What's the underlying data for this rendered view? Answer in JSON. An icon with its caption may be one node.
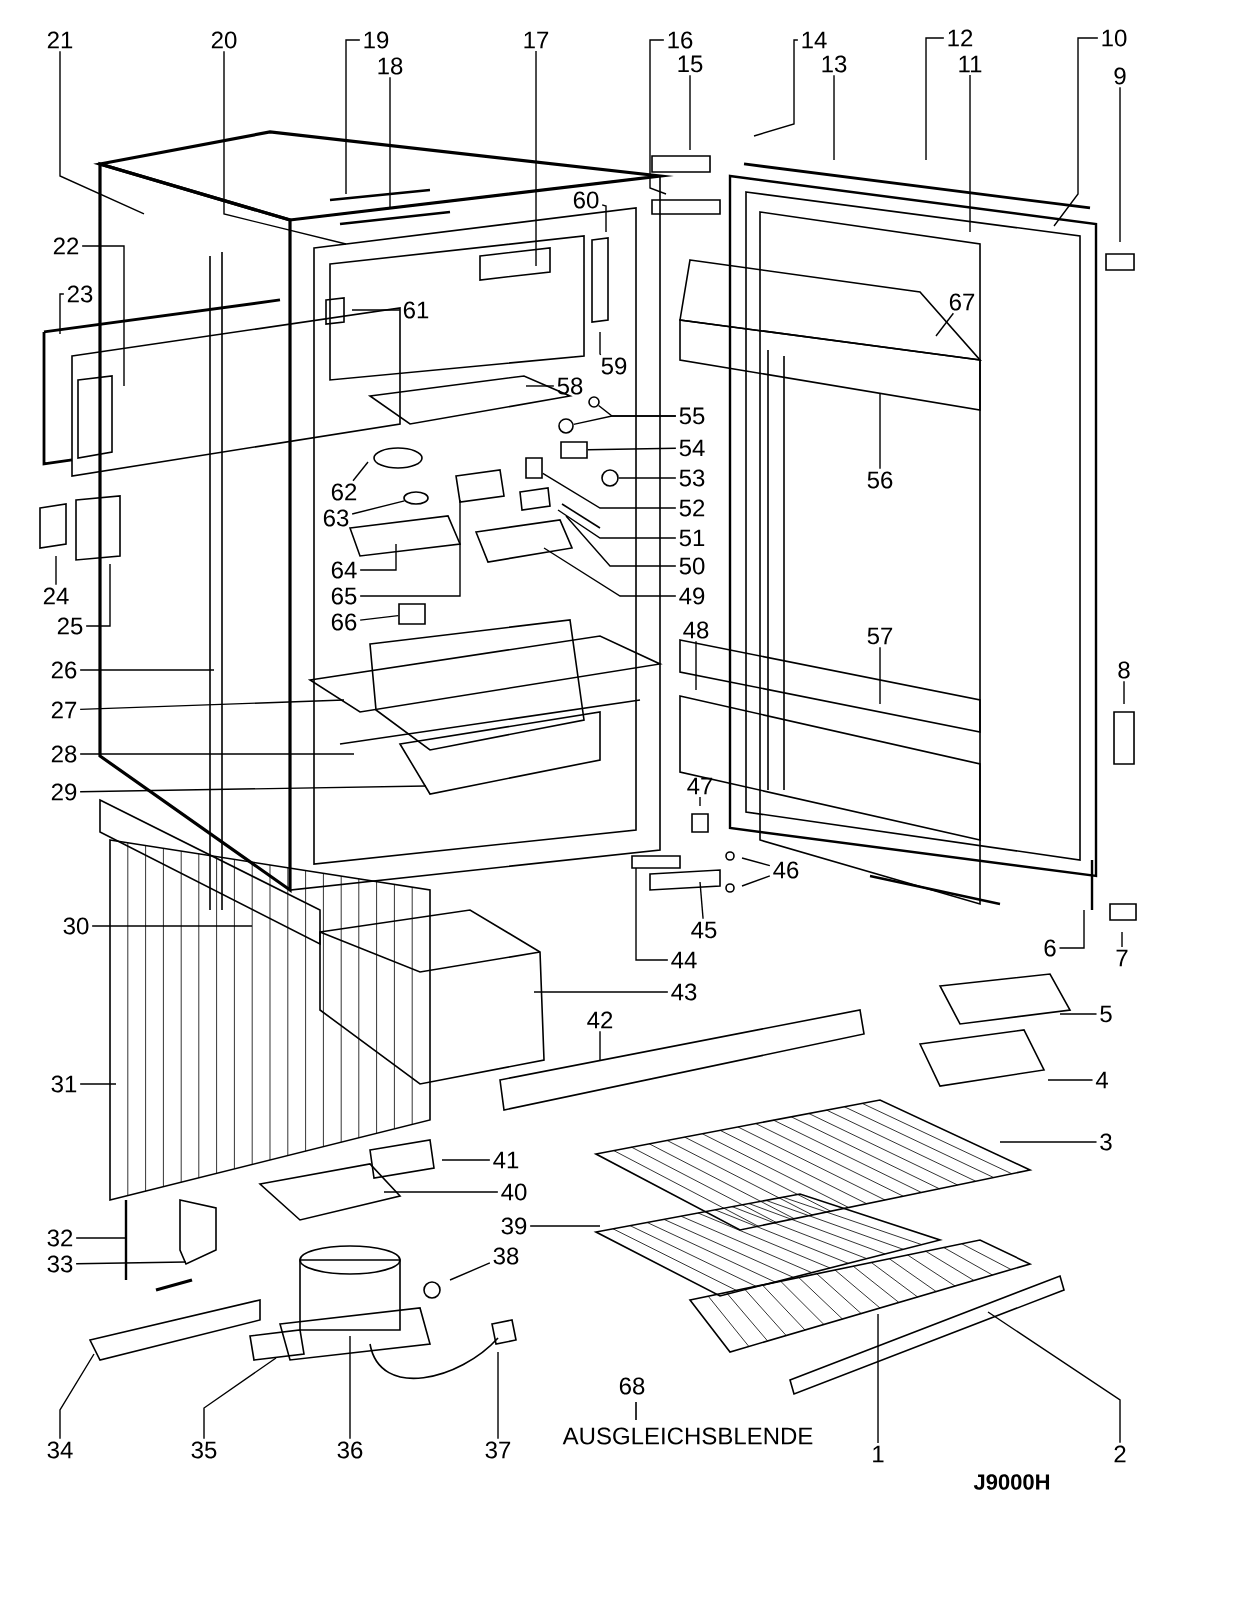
{
  "diagram": {
    "nodes": [
      {
        "text": [
          "1"
        ]
      },
      {
        "text": [
          "2"
        ]
      },
      {
        "text": [
          "3"
        ]
      },
      {
        "text": [
          "4"
        ]
      },
      {
        "text": [
          "5"
        ]
      },
      {
        "text": [
          "6"
        ]
      },
      {
        "text": [
          "7"
        ]
      },
      {
        "text": [
          "8"
        ]
      },
      {
        "text": [
          "9"
        ]
      },
      {
        "text": [
          "10"
        ]
      },
      {
        "text": [
          "11"
        ]
      },
      {
        "text": [
          "12"
        ]
      },
      {
        "text": [
          "13"
        ]
      },
      {
        "text": [
          "14"
        ]
      },
      {
        "text": [
          "15"
        ]
      },
      {
        "text": [
          "16"
        ]
      },
      {
        "text": [
          "17"
        ]
      },
      {
        "text": [
          "18"
        ]
      },
      {
        "text": [
          "19"
        ]
      },
      {
        "text": [
          "20"
        ]
      },
      {
        "text": [
          "21"
        ]
      },
      {
        "text": [
          "22"
        ]
      },
      {
        "text": [
          "23"
        ]
      },
      {
        "text": [
          "24"
        ]
      },
      {
        "text": [
          "25"
        ]
      },
      {
        "text": [
          "26"
        ]
      },
      {
        "text": [
          "27"
        ]
      },
      {
        "text": [
          "28"
        ]
      },
      {
        "text": [
          "29"
        ]
      },
      {
        "text": [
          "30"
        ]
      },
      {
        "text": [
          "31"
        ]
      },
      {
        "text": [
          "32"
        ]
      },
      {
        "text": [
          "33"
        ]
      },
      {
        "text": [
          "34"
        ]
      },
      {
        "text": [
          "35"
        ]
      },
      {
        "text": [
          "36"
        ]
      },
      {
        "text": [
          "37"
        ]
      },
      {
        "text": [
          "38"
        ]
      },
      {
        "text": [
          "39"
        ]
      },
      {
        "text": [
          "40"
        ]
      },
      {
        "text": [
          "41"
        ]
      },
      {
        "text": [
          "42"
        ]
      },
      {
        "text": [
          "43"
        ]
      },
      {
        "text": [
          "44"
        ]
      },
      {
        "text": [
          "45"
        ]
      },
      {
        "text": [
          "46"
        ]
      },
      {
        "text": [
          "47"
        ]
      },
      {
        "text": [
          "48"
        ]
      },
      {
        "text": [
          "49"
        ]
      },
      {
        "text": [
          "50"
        ]
      },
      {
        "text": [
          "51"
        ]
      },
      {
        "text": [
          "52"
        ]
      },
      {
        "text": [
          "53"
        ]
      },
      {
        "text": [
          "54"
        ]
      },
      {
        "text": [
          "55"
        ]
      },
      {
        "text": [
          "56"
        ]
      },
      {
        "text": [
          "57"
        ]
      },
      {
        "text": [
          "58"
        ]
      },
      {
        "text": [
          "59"
        ]
      },
      {
        "text": [
          "60"
        ]
      },
      {
        "text": [
          "61"
        ]
      },
      {
        "text": [
          "62"
        ]
      },
      {
        "text": [
          "63"
        ]
      },
      {
        "text": [
          "64"
        ]
      },
      {
        "text": [
          "65"
        ]
      },
      {
        "text": [
          "66"
        ]
      },
      {
        "text": [
          "67"
        ]
      },
      {
        "text": [
          "68"
        ],
        "beside": [
          "AUSGLEICHSBLENDE"
        ]
      },
      {
        "text": [],
        "shape": "circle"
      },
      {
        "text": [],
        "shape": "circle"
      },
      {
        "text": [],
        "shape": "circle"
      },
      {
        "text": [],
        "shape": "box"
      },
      {
        "text": [],
        "shape": "circle"
      },
      {
        "text": [],
        "shape": "box"
      },
      {
        "text": [],
        "shape": "box"
      }
    ],
    "edges": [
      {
        "from": 0,
        "to": null,
        "arrow": "none"
      },
      {
        "from": 1,
        "to": null,
        "arrow": "none"
      },
      {
        "from": 2,
        "to": null,
        "arrow": "none"
      },
      {
        "from": 3,
        "to": null,
        "arrow": "none"
      },
      {
        "from": 4,
        "to": null,
        "arrow": "none"
      },
      {
        "from": 5,
        "to": null,
        "arrow": "none"
      },
      {
        "from": 6,
        "to": null,
        "arrow": "none"
      },
      {
        "from": 7,
        "to": null,
        "arrow": "none"
      },
      {
        "from": 8,
        "to": null,
        "arrow": "none"
      },
      {
        "from": 9,
        "to": null,
        "arrow": "none"
      },
      {
        "from": 10,
        "to": null,
        "arrow": "none"
      },
      {
        "from": 11,
        "to": null,
        "arrow": "none"
      },
      {
        "from": 12,
        "to": null,
        "arrow": "none"
      },
      {
        "from": 13,
        "to": null,
        "arrow": "none"
      },
      {
        "from": 14,
        "to": null,
        "arrow": "none"
      },
      {
        "from": 15,
        "to": null,
        "arrow": "none"
      },
      {
        "from": 16,
        "to": null,
        "arrow": "none"
      },
      {
        "from": 17,
        "to": null,
        "arrow": "none"
      },
      {
        "from": 18,
        "to": null,
        "arrow": "none"
      },
      {
        "from": 19,
        "to": null,
        "arrow": "none"
      },
      {
        "from": 20,
        "to": null,
        "arrow": "none"
      },
      {
        "from": 21,
        "to": null,
        "arrow": "none"
      },
      {
        "from": 22,
        "to": null,
        "arrow": "none"
      },
      {
        "from": 23,
        "to": null,
        "arrow": "none"
      },
      {
        "from": 24,
        "to": null,
        "arrow": "none"
      },
      {
        "from": 25,
        "to": null,
        "arrow": "none"
      },
      {
        "from": 26,
        "to": null,
        "arrow": "none"
      },
      {
        "from": 27,
        "to": null,
        "arrow": "none"
      },
      {
        "from": 28,
        "to": null,
        "arrow": "none"
      },
      {
        "from": 29,
        "to": null,
        "arrow": "none"
      },
      {
        "from": 30,
        "to": null,
        "arrow": "none"
      },
      {
        "from": 31,
        "to": null,
        "arrow": "none"
      },
      {
        "from": 32,
        "to": null,
        "arrow": "none"
      },
      {
        "from": 33,
        "to": null,
        "arrow": "none"
      },
      {
        "from": 34,
        "to": null,
        "arrow": "none"
      },
      {
        "from": 35,
        "to": null,
        "arrow": "none"
      },
      {
        "from": 36,
        "to": null,
        "arrow": "none"
      },
      {
        "from": 37,
        "to": null,
        "arrow": "none"
      },
      {
        "from": 38,
        "to": null,
        "arrow": "none"
      },
      {
        "from": 39,
        "to": null,
        "arrow": "none"
      },
      {
        "from": 40,
        "to": null,
        "arrow": "none"
      },
      {
        "from": 41,
        "to": null,
        "arrow": "none"
      },
      {
        "from": 42,
        "to": null,
        "arrow": "none"
      },
      {
        "from": 43,
        "to": null,
        "arrow": "none"
      },
      {
        "from": 44,
        "to": null,
        "arrow": "none"
      },
      {
        "from": 45,
        "to": null,
        "arrow": "none"
      },
      {
        "from": 45,
        "to": null,
        "arrow": "none"
      },
      {
        "from": 46,
        "to": null,
        "arrow": "none"
      },
      {
        "from": 47,
        "to": null,
        "arrow": "none"
      },
      {
        "from": 48,
        "to": null,
        "arrow": "none"
      },
      {
        "from": 49,
        "to": null,
        "arrow": "none"
      },
      {
        "from": 50,
        "to": null,
        "arrow": "none"
      },
      {
        "from": 51,
        "to": 71,
        "arrow": "none"
      },
      {
        "from": 52,
        "to": 70,
        "arrow": "none"
      },
      {
        "from": 53,
        "to": 74,
        "arrow": "none"
      },
      {
        "from": 54,
        "to": 68,
        "arrow": "none"
      },
      {
        "from": 54,
        "to": 69,
        "arrow": "none"
      },
      {
        "from": 55,
        "to": null,
        "arrow": "none"
      },
      {
        "from": 56,
        "to": null,
        "arrow": "none"
      },
      {
        "from": 57,
        "to": null,
        "arrow": "none"
      },
      {
        "from": 58,
        "to": null,
        "arrow": "none"
      },
      {
        "from": 59,
        "to": null,
        "arrow": "none"
      },
      {
        "from": 60,
        "to": null,
        "arrow": "none"
      },
      {
        "from": 61,
        "to": null,
        "arrow": "none"
      },
      {
        "from": 62,
        "to": 72,
        "arrow": "none"
      },
      {
        "from": 63,
        "to": null,
        "arrow": "none"
      },
      {
        "from": 64,
        "to": null,
        "arrow": "none"
      },
      {
        "from": 65,
        "to": 73,
        "arrow": "none"
      },
      {
        "from": 66,
        "to": null,
        "arrow": "none"
      }
    ],
    "labels": [
      "J9000H"
    ]
  }
}
